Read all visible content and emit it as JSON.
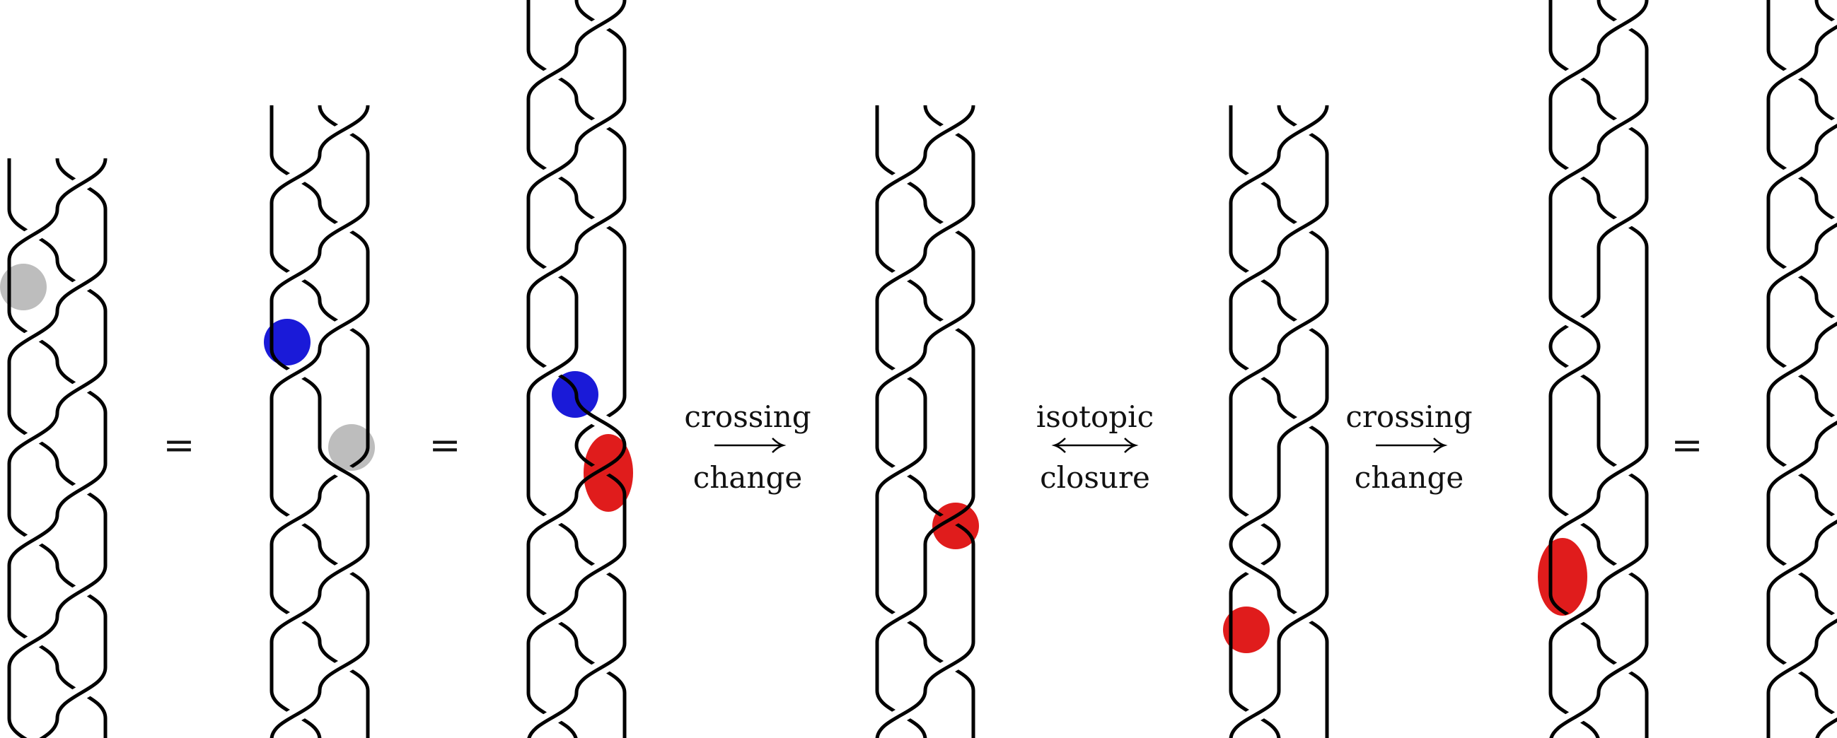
{
  "equals_sign": "=",
  "transitions": [
    {
      "top": "crossing",
      "arrow": "right",
      "bottom": "change"
    },
    {
      "top": "isotopic",
      "arrow": "both",
      "bottom": "closure"
    },
    {
      "top": "crossing",
      "arrow": "right",
      "bottom": "change"
    }
  ],
  "colors": {
    "strand": "#000000",
    "gray_marker": "#bdbdbd",
    "blue_marker": "#1a1ad8",
    "red_marker": "#e01c1c"
  },
  "braids": [
    {
      "word": [
        2,
        1,
        2,
        1,
        2,
        1,
        2,
        1,
        2,
        1,
        2,
        1
      ],
      "markers": [
        {
          "color": "gray"
        }
      ]
    },
    {
      "word": [
        2,
        1,
        2,
        1,
        2,
        1,
        0,
        -2,
        1,
        2,
        1,
        2,
        1
      ],
      "markers": [
        {
          "color": "blue"
        },
        {
          "color": "gray"
        }
      ]
    },
    {
      "word": [
        2,
        1,
        2,
        1,
        2,
        1,
        0,
        1,
        -2,
        2,
        1,
        2,
        1,
        2,
        1
      ],
      "markers": [
        {
          "color": "blue"
        },
        {
          "color": "red"
        }
      ]
    },
    {
      "word": [
        2,
        1,
        2,
        1,
        2,
        1,
        0,
        1,
        2,
        0,
        1,
        2,
        1
      ],
      "markers": [
        {
          "color": "red"
        }
      ]
    },
    {
      "word": [
        2,
        1,
        2,
        1,
        2,
        1,
        2,
        0,
        1,
        -1,
        2,
        0,
        1
      ],
      "markers": [
        {
          "color": "red"
        }
      ]
    },
    {
      "word": [
        2,
        1,
        2,
        1,
        2,
        0,
        -1,
        1,
        0,
        2,
        1,
        2,
        1,
        2,
        1
      ],
      "markers": [
        {
          "color": "red"
        }
      ]
    },
    {
      "word": [
        2,
        1,
        2,
        1,
        2,
        1,
        2,
        1,
        2,
        1,
        2,
        1,
        2,
        1,
        2
      ],
      "markers": []
    }
  ]
}
